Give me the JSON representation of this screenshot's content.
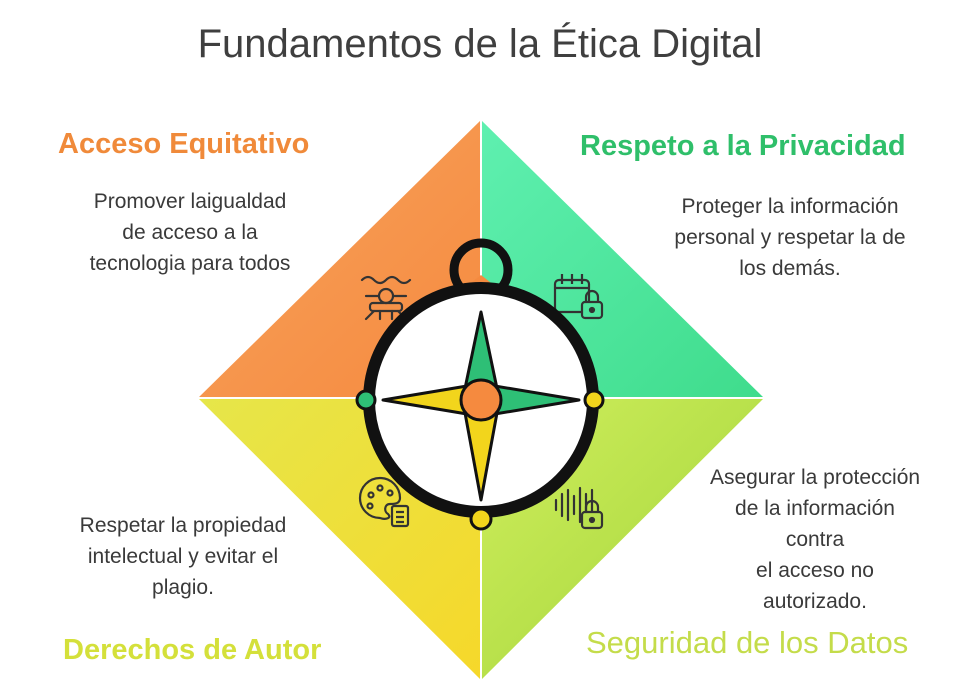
{
  "title": "Fundamentos de la Ética Digital",
  "quadrants": {
    "acceso": {
      "heading": "Acceso Equitativo",
      "lines": [
        "Promover laigualdad",
        "de acceso a la",
        "tecnologia para todos"
      ],
      "color": "#f08a3a",
      "icon": "people-network-icon"
    },
    "privacidad": {
      "heading": "Respeto a la Privacidad",
      "lines": [
        "Proteger la información",
        "personal y respetar la de",
        "los demás."
      ],
      "color": "#2fbf6a",
      "icon": "calendar-lock-icon"
    },
    "autor": {
      "heading": "Derechos de Autor",
      "lines": [
        "Respetar la propiedad",
        "intelectual y evitar el",
        "plagio."
      ],
      "color": "#d4e03a",
      "icon": "palette-icon"
    },
    "seguridad": {
      "heading": "Seguridad de los Datos",
      "lines": [
        "Asegurar la protección",
        "de la información",
        "contra",
        "el acceso no",
        "autorizado."
      ],
      "color": "#c4dc4a",
      "icon": "soundwave-lock-icon"
    }
  },
  "compass": {
    "icon": "compass-icon",
    "colors": {
      "ring": "#111111",
      "center": "#f08a3a",
      "green": "#2ebf76",
      "yellow": "#f2d51c"
    }
  }
}
